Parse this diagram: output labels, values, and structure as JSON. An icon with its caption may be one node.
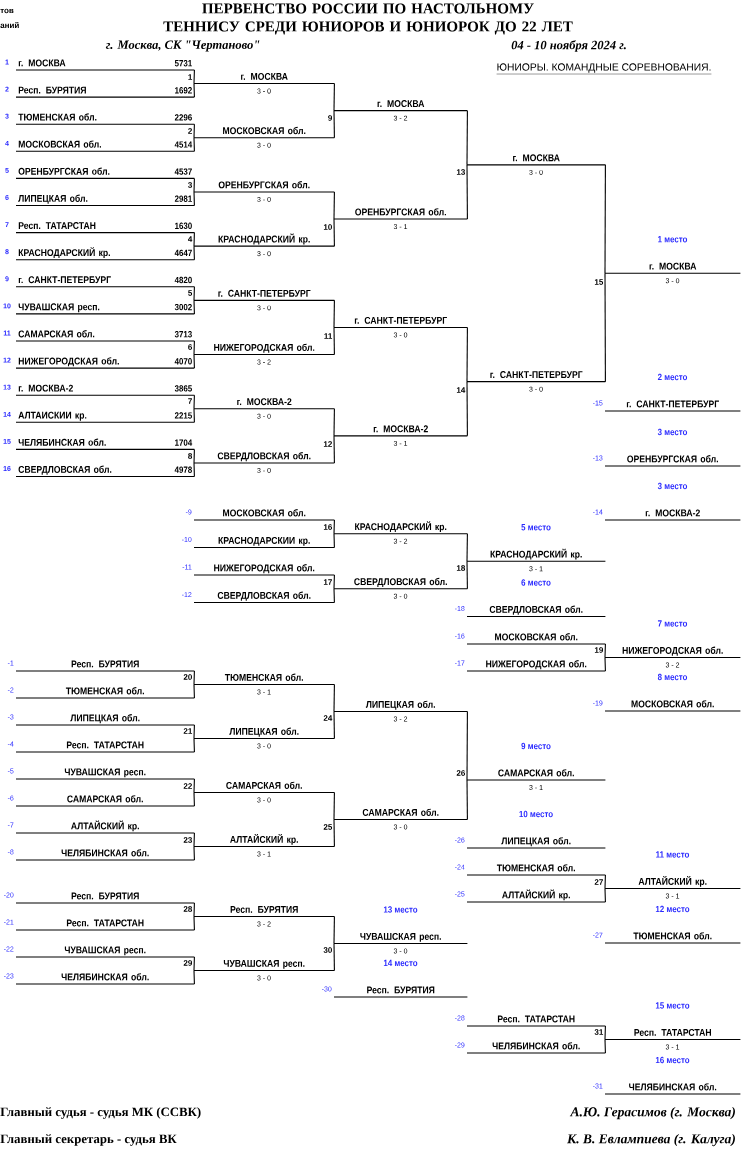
{
  "diagram": {
    "title": "ПЕРВЕНСТВО РОССИИ ПО НАСТОЛЬНОМУ ТЕННИСУ СРЕДИ ЮНИОРОВ И ЮНИОРОК ДО 22 ЛЕТ",
    "nodes": [
      {
        "text": [
          "г. МОСКВА",
          "5731"
        ],
        "beside": [
          "1"
        ]
      },
      {
        "text": [
          "Респ. БУРЯТИЯ",
          "1692"
        ],
        "beside": [
          "2"
        ]
      },
      {
        "text": [
          "ТЮМЕНСКАЯ обл.",
          "2296"
        ],
        "beside": [
          "3"
        ]
      },
      {
        "text": [
          "МОСКОВСКАЯ обл.",
          "4514"
        ],
        "beside": [
          "4"
        ]
      },
      {
        "text": [
          "ОРЕНБУРГСКАЯ обл.",
          "4537"
        ],
        "beside": [
          "5"
        ]
      },
      {
        "text": [
          "ЛИПЕЦКАЯ обл.",
          "2981"
        ],
        "beside": [
          "6"
        ]
      },
      {
        "text": [
          "Респ. ТАТАРСТАН",
          "1630"
        ],
        "beside": [
          "7"
        ]
      },
      {
        "text": [
          "КРАСНОДАРСКИЙ кр.",
          "4647"
        ],
        "beside": [
          "8"
        ]
      },
      {
        "text": [
          "г. САНКТ-ПЕТЕРБУРГ",
          "4820"
        ],
        "beside": [
          "9"
        ]
      },
      {
        "text": [
          "ЧУВАШСКАЯ респ.",
          "3002"
        ],
        "beside": [
          "10"
        ]
      },
      {
        "text": [
          "САМАРСКАЯ обл.",
          "3713"
        ],
        "beside": [
          "11"
        ]
      },
      {
        "text": [
          "НИЖЕГОРОДСКАЯ обл.",
          "4070"
        ],
        "beside": [
          "12"
        ]
      },
      {
        "text": [
          "г. МОСКВА-2",
          "3865"
        ],
        "beside": [
          "13"
        ]
      },
      {
        "text": [
          "АЛТАИСКИИ кр.",
          "2215"
        ],
        "beside": [
          "14"
        ]
      },
      {
        "text": [
          "ЧЕЛЯБИНСКАЯ обл.",
          "1704"
        ],
        "beside": [
          "15"
        ]
      },
      {
        "text": [
          "СВЕРДЛОВСКАЯ обл.",
          "4978"
        ],
        "beside": [
          "16"
        ]
      },
      {
        "text": [
          "г. МОСКВА"
        ],
        "beside": [
          "3 - 0"
        ]
      },
      {
        "text": [
          "МОСКОВСКАЯ обл."
        ],
        "beside": [
          "3 - 0"
        ]
      },
      {
        "text": [
          "ОРЕНБУРГСКАЯ обл."
        ],
        "beside": [
          "3 - 0"
        ]
      },
      {
        "text": [
          "КРАСНОДАРСКИЙ кр."
        ],
        "beside": [
          "3 - 0"
        ]
      },
      {
        "text": [
          "г. САНКТ-ПЕТЕРБУРГ"
        ],
        "beside": [
          "3 - 0"
        ]
      },
      {
        "text": [
          "НИЖЕГОРОДСКАЯ обл."
        ],
        "beside": [
          "3 - 2"
        ]
      },
      {
        "text": [
          "г. МОСКВА-2"
        ],
        "beside": [
          "3 - 0"
        ]
      },
      {
        "text": [
          "СВЕРДЛОВСКАЯ обл."
        ],
        "beside": [
          "3 - 0"
        ]
      },
      {
        "text": [
          "г. МОСКВА"
        ],
        "beside": [
          "3 - 2"
        ]
      },
      {
        "text": [
          "ОРЕНБУРГСКАЯ обл."
        ],
        "beside": [
          "3 - 1"
        ]
      },
      {
        "text": [
          "г. САНКТ-ПЕТЕРБУРГ"
        ],
        "beside": [
          "3 - 0"
        ]
      },
      {
        "text": [
          "г. МОСКВА-2"
        ],
        "beside": [
          "3 - 1"
        ]
      },
      {
        "text": [
          "г. МОСКВА"
        ],
        "beside": [
          "3 - 0"
        ]
      },
      {
        "text": [
          "г. САНКТ-ПЕТЕРБУРГ"
        ],
        "beside": [
          "3 - 0"
        ]
      },
      {
        "text": [
          "г. МОСКВА"
        ],
        "beside": [
          "1 место",
          "3 - 0"
        ]
      },
      {
        "text": [
          "г. САНКТ-ПЕТЕРБУРГ"
        ],
        "beside": [
          "2 место",
          "-15"
        ]
      },
      {
        "text": [
          "ОРЕНБУРГСКАЯ обл."
        ],
        "beside": [
          "3 место",
          "-13"
        ]
      },
      {
        "text": [
          "г. МОСКВА-2"
        ],
        "beside": [
          "3 место",
          "-14"
        ]
      },
      {
        "text": [
          "МОСКОВСКАЯ обл."
        ],
        "beside": [
          "-9"
        ]
      },
      {
        "text": [
          "КРАСНОДАРСКИИ кр."
        ],
        "beside": [
          "-10"
        ]
      },
      {
        "text": [
          "НИЖЕГОРОДСКАЯ обл."
        ],
        "beside": [
          "-11"
        ]
      },
      {
        "text": [
          "СВЕРДЛОВСКАЯ обл."
        ],
        "beside": [
          "-12"
        ]
      },
      {
        "text": [
          "КРАСНОДАРСКИЙ кр."
        ],
        "beside": [
          "3 - 2"
        ]
      },
      {
        "text": [
          "СВЕРДЛОВСКАЯ обл."
        ],
        "beside": [
          "3 - 0"
        ]
      },
      {
        "text": [
          "КРАСНОДАРСКИЙ кр."
        ],
        "beside": [
          "5 место",
          "3 - 1"
        ]
      },
      {
        "text": [
          "СВЕРДЛОВСКАЯ обл."
        ],
        "beside": [
          "6 место",
          "-18"
        ]
      },
      {
        "text": [
          "МОСКОВСКАЯ обл."
        ],
        "beside": [
          "-16"
        ]
      },
      {
        "text": [
          "НИЖЕГОРОДСКАЯ обл."
        ],
        "beside": [
          "-17"
        ]
      },
      {
        "text": [
          "НИЖЕГОРОДСКАЯ обл."
        ],
        "beside": [
          "7 место",
          "3 - 2"
        ]
      },
      {
        "text": [
          "МОСКОВСКАЯ обл."
        ],
        "beside": [
          "8 место",
          "-19"
        ]
      },
      {
        "text": [
          "Респ. БУРЯТИЯ"
        ],
        "beside": [
          "-1"
        ]
      },
      {
        "text": [
          "ТЮМЕНСКАЯ обл."
        ],
        "beside": [
          "-2"
        ]
      },
      {
        "text": [
          "ЛИПЕЦКАЯ обл."
        ],
        "beside": [
          "-3"
        ]
      },
      {
        "text": [
          "Респ. ТАТАРСТАН"
        ],
        "beside": [
          "-4"
        ]
      },
      {
        "text": [
          "ЧУВАШСКАЯ респ."
        ],
        "beside": [
          "-5"
        ]
      },
      {
        "text": [
          "САМАРСКАЯ обл."
        ],
        "beside": [
          "-6"
        ]
      },
      {
        "text": [
          "АЛТАЙСКИЙ кр."
        ],
        "beside": [
          "-7"
        ]
      },
      {
        "text": [
          "ЧЕЛЯБИНСКАЯ обл."
        ],
        "beside": [
          "-8"
        ]
      },
      {
        "text": [
          "ТЮМЕНСКАЯ обл."
        ],
        "beside": [
          "3 - 1"
        ]
      },
      {
        "text": [
          "ЛИПЕЦКАЯ обл."
        ],
        "beside": [
          "3 - 0"
        ]
      },
      {
        "text": [
          "САМАРСКАЯ обл."
        ],
        "beside": [
          "3 - 0"
        ]
      },
      {
        "text": [
          "АЛТАЙСКИЙ кр."
        ],
        "beside": [
          "3 - 1"
        ]
      },
      {
        "text": [
          "ЛИПЕЦКАЯ обл."
        ],
        "beside": [
          "3 - 2"
        ]
      },
      {
        "text": [
          "САМАРСКАЯ обл."
        ],
        "beside": [
          "3 - 0"
        ]
      },
      {
        "text": [
          "САМАРСКАЯ обл."
        ],
        "beside": [
          "9 место",
          "3 - 1"
        ]
      },
      {
        "text": [
          "ЛИПЕЦКАЯ обл."
        ],
        "beside": [
          "10 место",
          "-26"
        ]
      },
      {
        "text": [
          "ТЮМЕНСКАЯ обл."
        ],
        "beside": [
          "-24"
        ]
      },
      {
        "text": [
          "АЛТАЙСКИЙ кр."
        ],
        "beside": [
          "-25"
        ]
      },
      {
        "text": [
          "АЛТАЙСКИЙ кр."
        ],
        "beside": [
          "11 место",
          "3 - 1"
        ]
      },
      {
        "text": [
          "ТЮМЕНСКАЯ обл."
        ],
        "beside": [
          "12 место",
          "-27"
        ]
      },
      {
        "text": [
          "Респ. БУРЯТИЯ"
        ],
        "beside": [
          "-20"
        ]
      },
      {
        "text": [
          "Респ. ТАТАРСТАН"
        ],
        "beside": [
          "-21"
        ]
      },
      {
        "text": [
          "ЧУВАШСКАЯ респ."
        ],
        "beside": [
          "-22"
        ]
      },
      {
        "text": [
          "ЧЕЛЯБИНСКАЯ обл."
        ],
        "beside": [
          "-23"
        ]
      },
      {
        "text": [
          "Респ. БУРЯТИЯ"
        ],
        "beside": [
          "3 - 2"
        ]
      },
      {
        "text": [
          "ЧУВАШСКАЯ респ."
        ],
        "beside": [
          "3 - 0"
        ]
      },
      {
        "text": [
          "ЧУВАШСКАЯ респ."
        ],
        "beside": [
          "13 место",
          "3 - 0"
        ]
      },
      {
        "text": [
          "Респ. БУРЯТИЯ"
        ],
        "beside": [
          "14 место",
          "-30"
        ]
      },
      {
        "text": [
          "Респ. ТАТАРСТАН"
        ],
        "beside": [
          "-28"
        ]
      },
      {
        "text": [
          "ЧЕЛЯБИНСКАЯ обл."
        ],
        "beside": [
          "-29"
        ]
      },
      {
        "text": [
          "Респ. ТАТАРСТАН"
        ],
        "beside": [
          "15 место",
          "3 - 1"
        ]
      },
      {
        "text": [
          "ЧЕЛЯБИНСКАЯ обл."
        ],
        "beside": [
          "16 место",
          "-31"
        ]
      }
    ],
    "edges": [
      {
        "from": 0,
        "to": 16,
        "arrow": "none",
        "label": "1"
      },
      {
        "from": 1,
        "to": 16,
        "arrow": "none"
      },
      {
        "from": 2,
        "to": 17,
        "arrow": "none",
        "label": "2"
      },
      {
        "from": 3,
        "to": 17,
        "arrow": "none"
      },
      {
        "from": 4,
        "to": 18,
        "arrow": "none",
        "label": "3"
      },
      {
        "from": 5,
        "to": 18,
        "arrow": "none"
      },
      {
        "from": 6,
        "to": 19,
        "arrow": "none",
        "label": "4"
      },
      {
        "from": 7,
        "to": 19,
        "arrow": "none"
      },
      {
        "from": 8,
        "to": 20,
        "arrow": "none",
        "label": "5"
      },
      {
        "from": 9,
        "to": 20,
        "arrow": "none"
      },
      {
        "from": 10,
        "to": 21,
        "arrow": "none",
        "label": "6"
      },
      {
        "from": 11,
        "to": 21,
        "arrow": "none"
      },
      {
        "from": 12,
        "to": 22,
        "arrow": "none",
        "label": "7"
      },
      {
        "from": 13,
        "to": 22,
        "arrow": "none"
      },
      {
        "from": 14,
        "to": 23,
        "arrow": "none",
        "label": "8"
      },
      {
        "from": 15,
        "to": 23,
        "arrow": "none"
      },
      {
        "from": 16,
        "to": 24,
        "arrow": "none",
        "label": "9"
      },
      {
        "from": 17,
        "to": 24,
        "arrow": "none"
      },
      {
        "from": 18,
        "to": 25,
        "arrow": "none",
        "label": "10"
      },
      {
        "from": 19,
        "to": 25,
        "arrow": "none"
      },
      {
        "from": 20,
        "to": 26,
        "arrow": "none",
        "label": "11"
      },
      {
        "from": 21,
        "to": 26,
        "arrow": "none"
      },
      {
        "from": 22,
        "to": 27,
        "arrow": "none",
        "label": "12"
      },
      {
        "from": 23,
        "to": 27,
        "arrow": "none"
      },
      {
        "from": 24,
        "to": 28,
        "arrow": "none",
        "label": "13"
      },
      {
        "from": 25,
        "to": 28,
        "arrow": "none"
      },
      {
        "from": 26,
        "to": 29,
        "arrow": "none",
        "label": "14"
      },
      {
        "from": 27,
        "to": 29,
        "arrow": "none"
      },
      {
        "from": 28,
        "to": 30,
        "arrow": "none",
        "label": "15"
      },
      {
        "from": 29,
        "to": 30,
        "arrow": "none"
      },
      {
        "from": 34,
        "to": 38,
        "arrow": "none",
        "label": "16"
      },
      {
        "from": 35,
        "to": 38,
        "arrow": "none"
      },
      {
        "from": 36,
        "to": 39,
        "arrow": "none",
        "label": "17"
      },
      {
        "from": 37,
        "to": 39,
        "arrow": "none"
      },
      {
        "from": 38,
        "to": 40,
        "arrow": "none",
        "label": "18"
      },
      {
        "from": 39,
        "to": 40,
        "arrow": "none"
      },
      {
        "from": 42,
        "to": 44,
        "arrow": "none",
        "label": "19"
      },
      {
        "from": 43,
        "to": 44,
        "arrow": "none"
      },
      {
        "from": 46,
        "to": 54,
        "arrow": "none",
        "label": "20"
      },
      {
        "from": 47,
        "to": 54,
        "arrow": "none"
      },
      {
        "from": 48,
        "to": 55,
        "arrow": "none",
        "label": "21"
      },
      {
        "from": 49,
        "to": 55,
        "arrow": "none"
      },
      {
        "from": 50,
        "to": 56,
        "arrow": "none",
        "label": "22"
      },
      {
        "from": 51,
        "to": 56,
        "arrow": "none"
      },
      {
        "from": 52,
        "to": 57,
        "arrow": "none",
        "label": "23"
      },
      {
        "from": 53,
        "to": 57,
        "arrow": "none"
      },
      {
        "from": 54,
        "to": 58,
        "arrow": "none",
        "label": "24"
      },
      {
        "from": 55,
        "to": 58,
        "arrow": "none"
      },
      {
        "from": 56,
        "to": 59,
        "arrow": "none",
        "label": "25"
      },
      {
        "from": 57,
        "to": 59,
        "arrow": "none"
      },
      {
        "from": 58,
        "to": 60,
        "arrow": "none",
        "label": "26"
      },
      {
        "from": 59,
        "to": 60,
        "arrow": "none"
      },
      {
        "from": 62,
        "to": 64,
        "arrow": "none",
        "label": "27"
      },
      {
        "from": 63,
        "to": 64,
        "arrow": "none"
      },
      {
        "from": 66,
        "to": 70,
        "arrow": "none",
        "label": "28"
      },
      {
        "from": 67,
        "to": 70,
        "arrow": "none"
      },
      {
        "from": 68,
        "to": 71,
        "arrow": "none",
        "label": "29"
      },
      {
        "from": 69,
        "to": 71,
        "arrow": "none"
      },
      {
        "from": 70,
        "to": 72,
        "arrow": "none",
        "label": "30"
      },
      {
        "from": 71,
        "to": 72,
        "arrow": "none"
      },
      {
        "from": 74,
        "to": 76,
        "arrow": "none",
        "label": "31"
      },
      {
        "from": 75,
        "to": 76,
        "arrow": "none"
      }
    ],
    "labels": [
      "тов",
      "аний",
      "г. Москва, СК \"Чертаново\"",
      "04 - 10 ноября 2024 г.",
      "ЮНИОРЫ. КОМАНДНЫЕ СОРЕВНОВАНИЯ.",
      "Главный судья - судья МК (ССВК)",
      "А.Ю. Герасимов (г. Москва)",
      "Главный секретарь - судья ВК",
      "К. В. Евлампиева (г. Калуга)"
    ]
  }
}
